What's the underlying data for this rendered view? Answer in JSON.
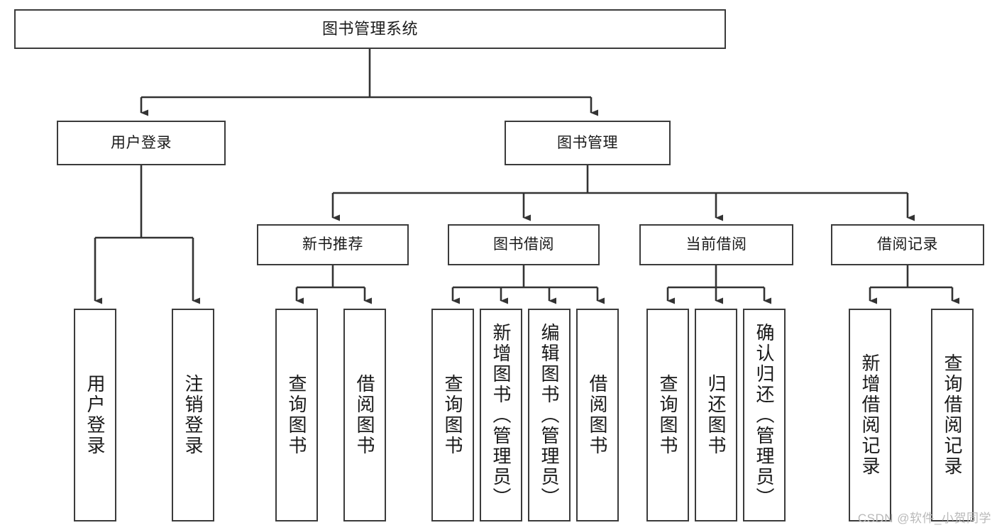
{
  "diagram": {
    "type": "tree-hierarchy-chart",
    "title": "图书管理系统",
    "colors": {
      "box_border": "#3b3b3b",
      "box_fill": "#ffffff",
      "edge": "#333333",
      "text": "#1a1a1a",
      "watermark": "#b9b9b9",
      "background": "#ffffff"
    },
    "levels": [
      {
        "level": 1,
        "nodes": [
          {
            "id": "root",
            "label": "图书管理系统",
            "orientation": "horizontal"
          }
        ]
      },
      {
        "level": 2,
        "nodes": [
          {
            "id": "user-login",
            "label": "用户登录",
            "orientation": "horizontal",
            "parent": "root"
          },
          {
            "id": "book-manage",
            "label": "图书管理",
            "orientation": "horizontal",
            "parent": "root"
          }
        ]
      },
      {
        "level": 3,
        "nodes": [
          {
            "id": "new-book-recommend",
            "label": "新书推荐",
            "orientation": "horizontal",
            "parent": "book-manage"
          },
          {
            "id": "book-borrow",
            "label": "图书借阅",
            "orientation": "horizontal",
            "parent": "book-manage"
          },
          {
            "id": "current-borrow",
            "label": "当前借阅",
            "orientation": "horizontal",
            "parent": "book-manage"
          },
          {
            "id": "borrow-record",
            "label": "借阅记录",
            "orientation": "horizontal",
            "parent": "book-manage"
          }
        ]
      },
      {
        "level": 4,
        "nodes": [
          {
            "id": "leaf-user-login",
            "label": "用户登录",
            "orientation": "vertical",
            "parent": "user-login"
          },
          {
            "id": "leaf-logout-login",
            "label": "注销登录",
            "orientation": "vertical",
            "parent": "user-login"
          },
          {
            "id": "leaf-query-book-1",
            "label": "查询图书",
            "orientation": "vertical",
            "parent": "new-book-recommend"
          },
          {
            "id": "leaf-borrow-book-1",
            "label": "借阅图书",
            "orientation": "vertical",
            "parent": "new-book-recommend"
          },
          {
            "id": "leaf-query-book-2",
            "label": "查询图书",
            "orientation": "vertical",
            "parent": "book-borrow"
          },
          {
            "id": "leaf-add-book",
            "label": "新增图书（管理员）",
            "orientation": "vertical",
            "parent": "book-borrow"
          },
          {
            "id": "leaf-edit-book",
            "label": "编辑图书（管理员）",
            "orientation": "vertical",
            "parent": "book-borrow"
          },
          {
            "id": "leaf-borrow-book-2",
            "label": "借阅图书",
            "orientation": "vertical",
            "parent": "book-borrow"
          },
          {
            "id": "leaf-query-book-3",
            "label": "查询图书",
            "orientation": "vertical",
            "parent": "current-borrow"
          },
          {
            "id": "leaf-return-book",
            "label": "归还图书",
            "orientation": "vertical",
            "parent": "current-borrow"
          },
          {
            "id": "leaf-confirm-return",
            "label": "确认归还（管理员）",
            "orientation": "vertical",
            "parent": "current-borrow"
          },
          {
            "id": "leaf-add-record",
            "label": "新增借阅记录",
            "orientation": "vertical",
            "parent": "borrow-record"
          },
          {
            "id": "leaf-query-record",
            "label": "查询借阅记录",
            "orientation": "vertical",
            "parent": "borrow-record"
          }
        ]
      }
    ]
  },
  "watermark": {
    "text": "CSDN @软件_小贺同学"
  }
}
